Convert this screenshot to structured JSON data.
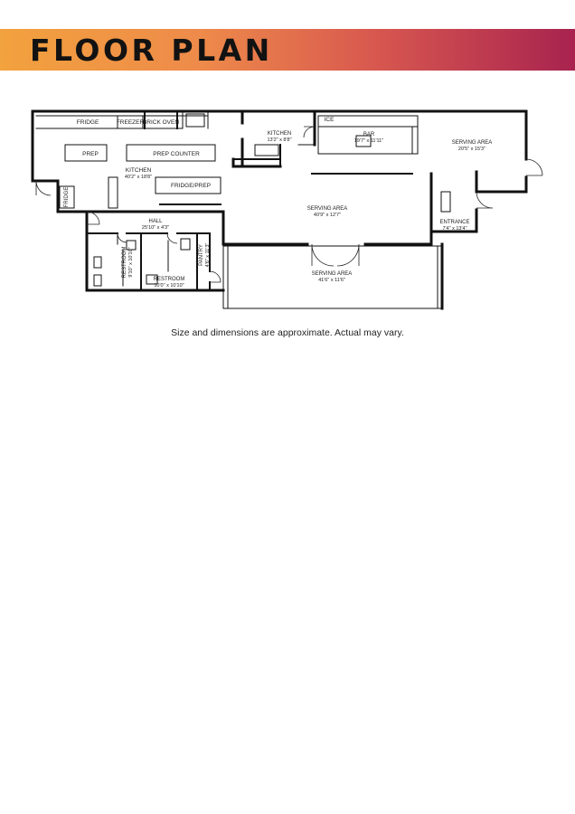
{
  "header": {
    "title": "FLOOR PLAN",
    "gradient": [
      "#f2a23e",
      "#d8584f",
      "#a8234f"
    ]
  },
  "rooms": {
    "fridge": "FRIDGE",
    "freezer": "FREEZER",
    "brick_oven": "BRICK OVEN",
    "prep": "PREP",
    "prep_counter": "PREP COUNTER",
    "kitchen_main": {
      "name": "KITCHEN",
      "dims": "40'2\" x 18'8\""
    },
    "fridge_prep": "FRIDGE/PREP",
    "fridge_small": "FRIDGE",
    "kitchen_small": {
      "name": "KITCHEN",
      "dims": "13'2\" x 8'8\""
    },
    "ice": "ICE",
    "bar": {
      "name": "BAR",
      "dims": "19'7\" x 11'11\""
    },
    "serving_right": {
      "name": "SERVING AREA",
      "dims": "20'5\" x 15'3\""
    },
    "serving_center": {
      "name": "SERVING AREA",
      "dims": "40'9\" x 12'7\""
    },
    "entrance": {
      "name": "ENTRANCE",
      "dims": "7'4\" x 13'4\""
    },
    "hall": {
      "name": "HALL",
      "dims": "25'10\" x 4'3\""
    },
    "restroom_left": {
      "name": "RESTROOM",
      "dims": "9'10\" x 10'10\""
    },
    "restroom_right": {
      "name": "RESTROOM",
      "dims": "10'0\" x 10'10\""
    },
    "pantry": {
      "name": "PANTRY",
      "dims": "4'6\" x 11'3\""
    },
    "serving_lower": {
      "name": "SERVING AREA",
      "dims": "41'6\" x 11'6\""
    }
  },
  "note": "Size and dimensions are approximate. Actual may vary."
}
